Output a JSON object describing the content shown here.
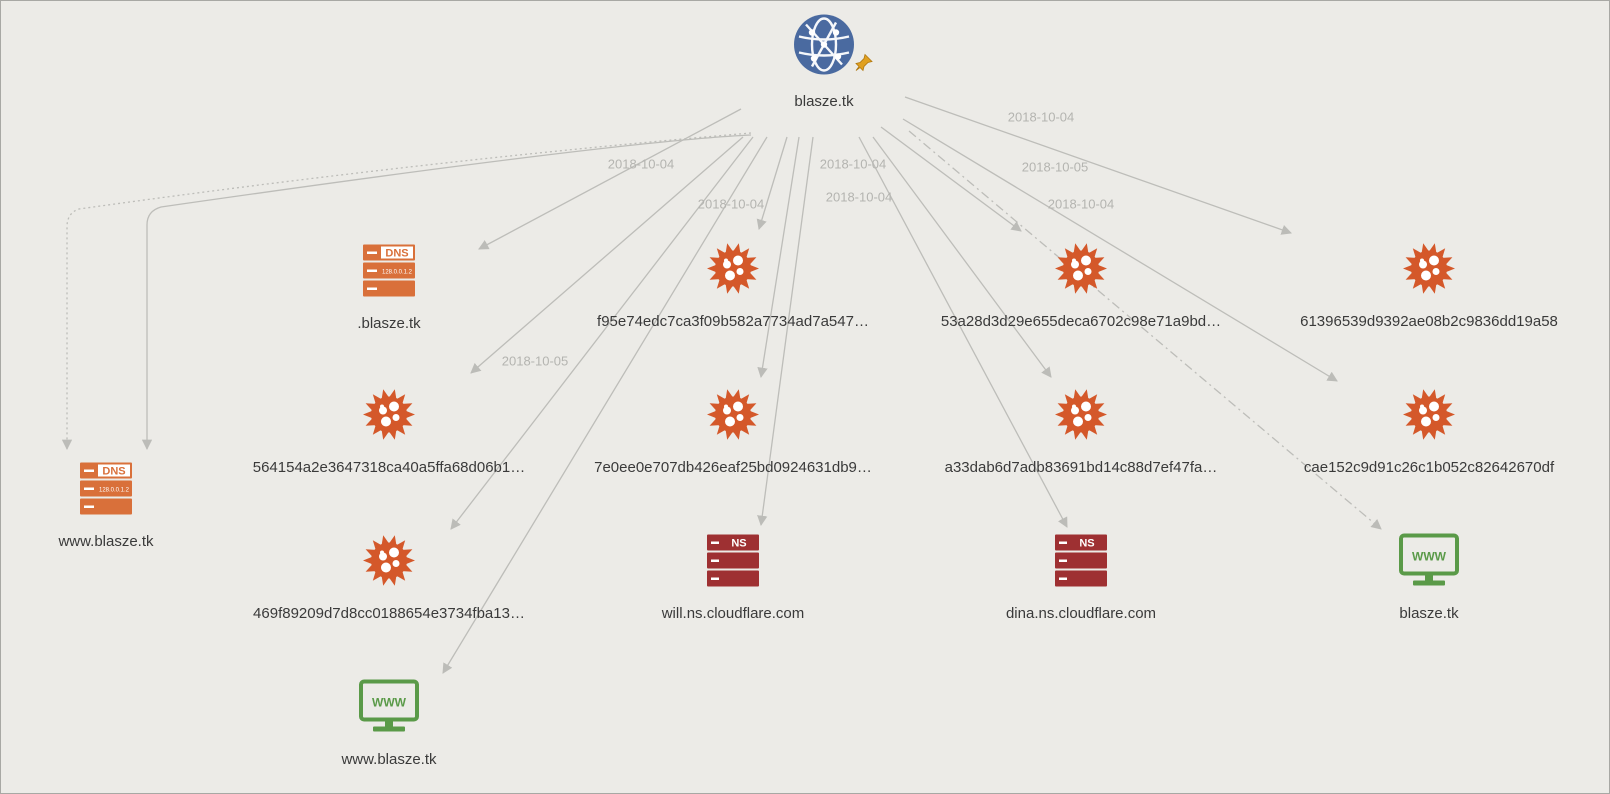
{
  "graph": {
    "root": {
      "label": "blasze.tk",
      "pin_icon": "pin-icon"
    },
    "nodes": [
      {
        "id": "dns1",
        "type": "dns",
        "icon": "dns-record-icon",
        "label": ".blasze.tk",
        "icon_text": "DNS",
        "icon_sub": "128.0.0.1.2"
      },
      {
        "id": "dns2",
        "type": "dns",
        "icon": "dns-record-icon",
        "label": "www.blasze.tk",
        "icon_text": "DNS",
        "icon_sub": "128.0.0.1.2"
      },
      {
        "id": "h1",
        "type": "malware",
        "icon": "malware-icon",
        "label": "f95e74edc7ca3f09b582a7734ad7a547…"
      },
      {
        "id": "h2",
        "type": "malware",
        "icon": "malware-icon",
        "label": "53a28d3d29e655deca6702c98e71a9bd…"
      },
      {
        "id": "h3",
        "type": "malware",
        "icon": "malware-icon",
        "label": "61396539d9392ae08b2c9836dd19a58"
      },
      {
        "id": "h4",
        "type": "malware",
        "icon": "malware-icon",
        "label": "564154a2e3647318ca40a5ffa68d06b1…"
      },
      {
        "id": "h5",
        "type": "malware",
        "icon": "malware-icon",
        "label": "7e0ee0e707db426eaf25bd0924631db9…"
      },
      {
        "id": "h6",
        "type": "malware",
        "icon": "malware-icon",
        "label": "a33dab6d7adb83691bd14c88d7ef47fa…"
      },
      {
        "id": "h7",
        "type": "malware",
        "icon": "malware-icon",
        "label": "cae152c9d91c26c1b052c82642670df"
      },
      {
        "id": "h8",
        "type": "malware",
        "icon": "malware-icon",
        "label": "469f89209d7d8cc0188654e3734fba13…"
      },
      {
        "id": "ns1",
        "type": "ns",
        "icon": "nameserver-icon",
        "label": "will.ns.cloudflare.com",
        "icon_text": "NS"
      },
      {
        "id": "ns2",
        "type": "ns",
        "icon": "nameserver-icon",
        "label": "dina.ns.cloudflare.com",
        "icon_text": "NS"
      },
      {
        "id": "w1",
        "type": "www",
        "icon": "website-icon",
        "label": "blasze.tk",
        "icon_text": "WWW"
      },
      {
        "id": "w2",
        "type": "www",
        "icon": "website-icon",
        "label": "www.blasze.tk",
        "icon_text": "WWW"
      }
    ],
    "edge_labels": [
      "2018-10-04",
      "2018-10-04",
      "2018-10-04",
      "2018-10-04",
      "2018-10-04",
      "2018-10-04",
      "2018-10-05",
      "2018-10-05"
    ],
    "colors": {
      "root_globe": "#4a6aa0",
      "dns": "#d9703a",
      "malware": "#d4582a",
      "ns": "#9e3032",
      "www": "#5a9a48",
      "edge": "#bcbcb8",
      "pin": "#e0a020"
    }
  }
}
